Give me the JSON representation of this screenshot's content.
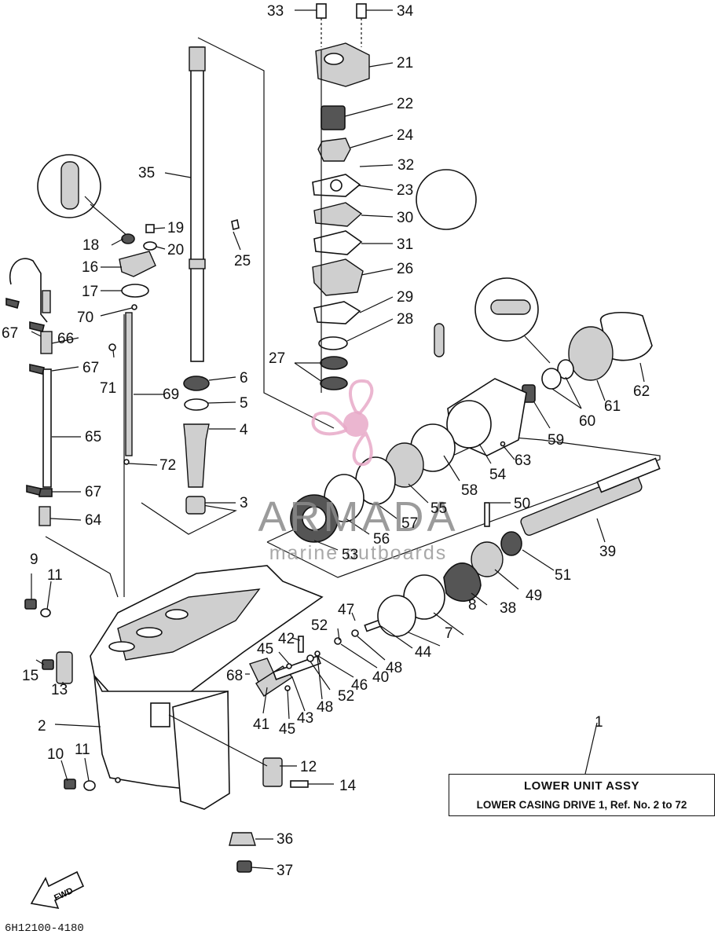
{
  "assembly": {
    "title": "LOWER UNIT ASSY",
    "subtitle": "LOWER CASING DRIVE 1,  Ref. No. 2 to 72",
    "ref_number": "1"
  },
  "document_code": "6H12100-4180",
  "direction_marker": "FWD",
  "watermark": {
    "brand": "ARMADA",
    "tagline": "marine outboards",
    "color": "#e8a9c8"
  },
  "callouts": [
    "33",
    "34",
    "21",
    "22",
    "24",
    "32",
    "23",
    "30",
    "31",
    "26",
    "29",
    "28",
    "27",
    "35",
    "25",
    "19",
    "18",
    "20",
    "16",
    "17",
    "70",
    "66",
    "67",
    "67",
    "71",
    "69",
    "6",
    "5",
    "4",
    "65",
    "72",
    "67",
    "64",
    "3",
    "62",
    "61",
    "60",
    "59",
    "63",
    "54",
    "58",
    "55",
    "57",
    "56",
    "53",
    "50",
    "39",
    "51",
    "49",
    "38",
    "8",
    "7",
    "44",
    "48",
    "47",
    "40",
    "46",
    "52",
    "52",
    "48",
    "42",
    "45",
    "45",
    "43",
    "41",
    "68",
    "9",
    "11",
    "15",
    "13",
    "2",
    "10",
    "11",
    "12",
    "14",
    "36",
    "37"
  ]
}
